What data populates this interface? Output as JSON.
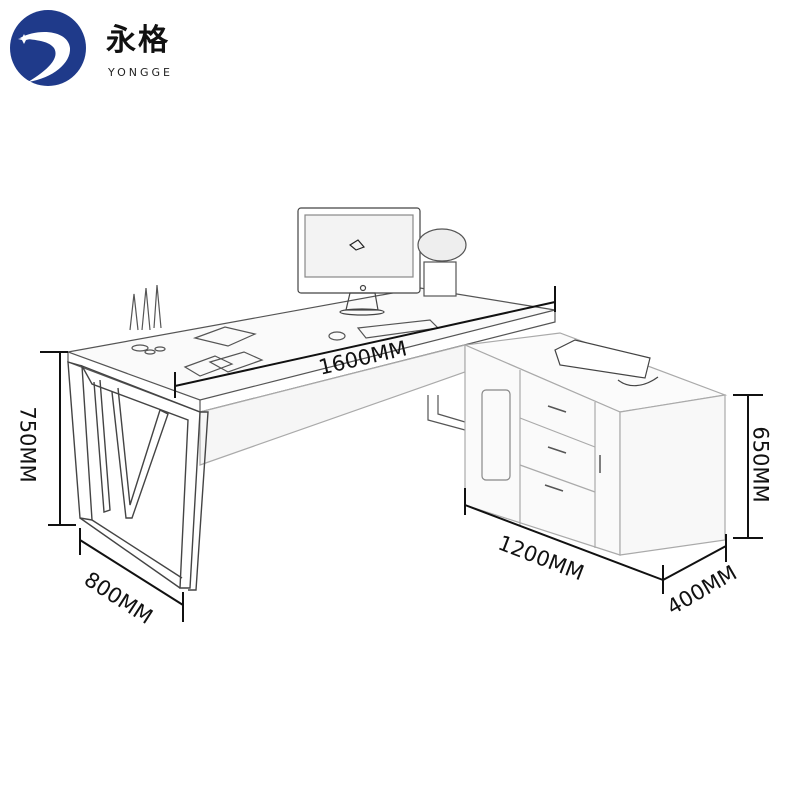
{
  "brand": {
    "name_cn": "永格",
    "name_en": "YONGGE",
    "logo_color": "#1f3a8a"
  },
  "product": {
    "type": "L-shaped office desk with side cabinet",
    "accessories_shown": [
      "monitor",
      "potted-flower",
      "pen-holder",
      "telephone",
      "keyboard",
      "mouse",
      "documents",
      "fax-machine",
      "computer-tower"
    ]
  },
  "dimensions": {
    "desk_length": "1600MM",
    "desk_height": "750MM",
    "desk_depth": "800MM",
    "cabinet_length": "1200MM",
    "cabinet_height": "650MM",
    "cabinet_depth": "400MM"
  }
}
